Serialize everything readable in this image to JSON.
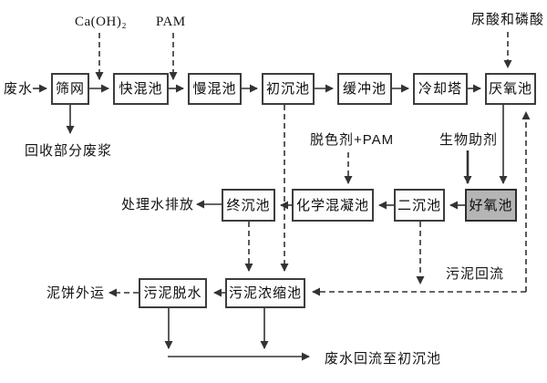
{
  "nodes": {
    "screen": "筛网",
    "fast_mix": "快混池",
    "slow_mix": "慢混池",
    "primary_sed": "初沉池",
    "buffer": "缓冲池",
    "cooling_tower": "冷却塔",
    "anaerobic": "厌氧池",
    "final_sed": "终沉池",
    "chem_coag": "化学混凝池",
    "secondary_sed": "二沉池",
    "aerobic": "好氧池",
    "sludge_dewater": "污泥脱水",
    "sludge_thickener": "污泥浓缩池"
  },
  "dosing": {
    "lime": "Ca(OH)₂",
    "pam": "PAM",
    "urea_phosphoric": "尿酸和磷酸",
    "decolorant_pam": "脱色剂+PAM",
    "bio_agent": "生物助剂"
  },
  "streams": {
    "influent": "废水",
    "recovered_pulp": "回收部分废浆",
    "treated_water": "处理水排放",
    "sludge_return": "污泥回流",
    "cake_out": "泥饼外运",
    "backflow_to_primary": "废水回流至初沉池"
  },
  "colors": {
    "line": "#333333",
    "box_border": "#3d3d3d",
    "box_fill": "#fdfdfd",
    "aerobic_fill": "#b5b5b5",
    "text": "#111111",
    "background": "#ffffff"
  }
}
